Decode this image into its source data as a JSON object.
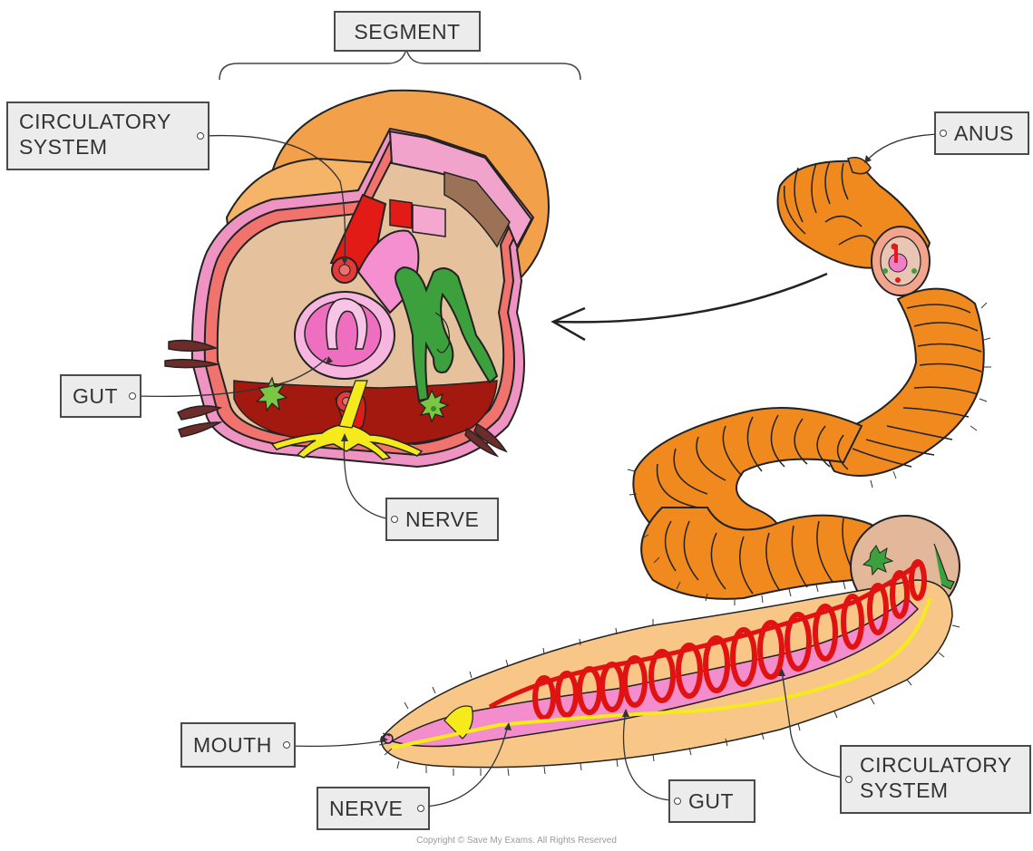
{
  "labels": {
    "segment": "SEGMENT",
    "circulatory_top": [
      "CIRCULATORY",
      "SYSTEM"
    ],
    "gut_left": "GUT",
    "nerve_left": "NERVE",
    "anus": "ANUS",
    "mouth": "MOUTH",
    "nerve_bottom": "NERVE",
    "gut_bottom": "GUT",
    "circulatory_bottom": [
      "CIRCULATORY",
      "SYSTEM"
    ]
  },
  "copyright": "Copyright © Save My Exams. All Rights Reserved",
  "colors": {
    "body_orange": "#f08a1e",
    "body_light": "#f7b860",
    "tissue_pink": "#ef8fc8",
    "gut_pink": "#f07cc6",
    "blood_red": "#e01212",
    "dark_red": "#9c1410",
    "nerve_yellow": "#f4ea1c",
    "green": "#3aa23a",
    "cavity_tan": "#e5c09c"
  }
}
